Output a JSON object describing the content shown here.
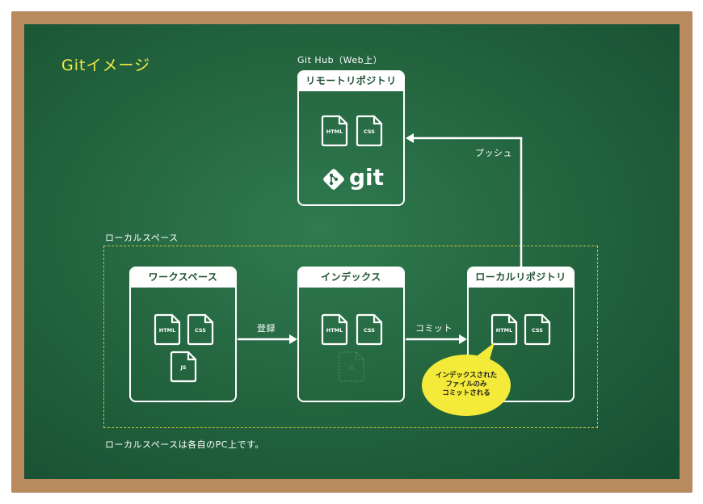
{
  "title": "Gitイメージ",
  "remote": {
    "caption": "Git Hub（Web上）",
    "header": "リモートリポジトリ",
    "files": [
      "HTML",
      "CSS"
    ],
    "logo_text": "git"
  },
  "local_space": {
    "label": "ローカルスペース",
    "note": "ローカルスペースは各自のPC上です。"
  },
  "workspace": {
    "header": "ワークスペース",
    "files": [
      "HTML",
      "CSS",
      "JS"
    ]
  },
  "index": {
    "header": "インデックス",
    "files": [
      "HTML",
      "CSS"
    ],
    "ghost_file": "JS"
  },
  "local_repo": {
    "header": "ローカルリポジトリ",
    "files": [
      "HTML",
      "CSS"
    ]
  },
  "arrows": {
    "add": "登録",
    "commit": "コミット",
    "push": "プッシュ"
  },
  "bubble": {
    "line1": "インデックスされた",
    "line2": "ファイルのみ",
    "line3": "コミットされる"
  },
  "colors": {
    "board": "#246640",
    "frame": "#b98a5e",
    "title": "#f2ec4a",
    "bubble": "#f3ea3a"
  }
}
